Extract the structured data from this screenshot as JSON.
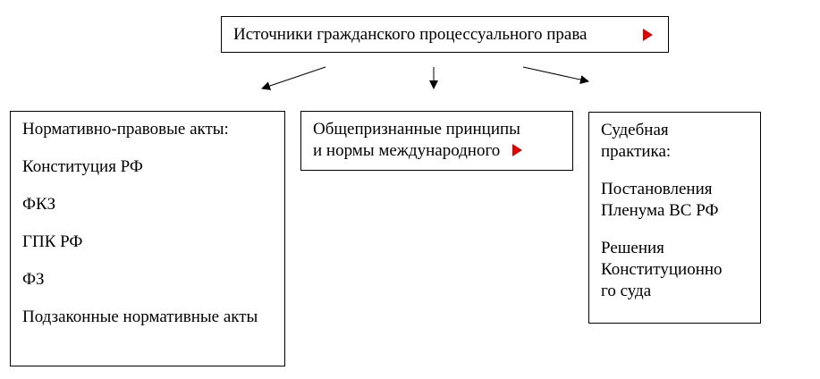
{
  "diagram": {
    "root": {
      "label": "Источники гражданского процессуального права"
    },
    "branches": [
      {
        "id": "normative",
        "title": "Нормативно-правовые акты:",
        "items": [
          "Конституция РФ",
          "ФКЗ",
          "ГПК РФ",
          "ФЗ",
          "Подзаконные нормативные акты"
        ]
      },
      {
        "id": "international",
        "title_line1": "Общепризнанные принципы",
        "title_line2": "и нормы международного"
      },
      {
        "id": "practice",
        "title_line1": "Судебная",
        "title_line2": "практика:",
        "items": [
          {
            "line1": "Постановления",
            "line2": "Пленума ВС РФ"
          },
          {
            "line1": "Решения",
            "line2": "Конституционно",
            "line3": "го суда"
          }
        ]
      }
    ],
    "colors": {
      "border": "#000000",
      "flag": "#e00000"
    },
    "icons": [
      "red-triangle-icon"
    ]
  }
}
